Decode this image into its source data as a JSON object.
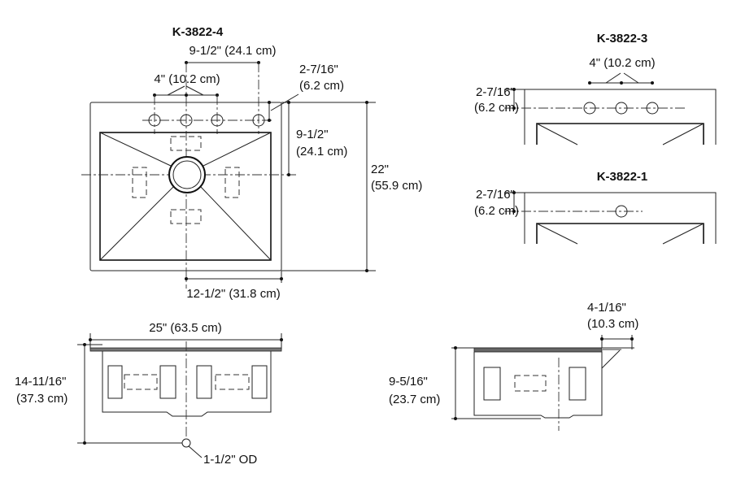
{
  "top_view": {
    "model": "K-3822-4",
    "faucet_spread_total": "9-1/2\" (24.1 cm)",
    "faucet_spacing": "4\" (10.2 cm)",
    "hole_setback_in": "2-7/16\"",
    "hole_setback_cm": "(6.2 cm)",
    "drain_offset_in": "9-1/2\"",
    "drain_offset_cm": "(24.1 cm)",
    "depth_in": "22\"",
    "depth_cm": "(55.9 cm)",
    "drain_side_offset": "12-1/2\" (31.8 cm)"
  },
  "variant_3": {
    "model": "K-3822-3",
    "spacing": "4\" (10.2 cm)",
    "setback_in": "2-7/16\"",
    "setback_cm": "(6.2 cm)"
  },
  "variant_1": {
    "model": "K-3822-1",
    "setback_in": "2-7/16\"",
    "setback_cm": "(6.2 cm)"
  },
  "front_view": {
    "width": "25\" (63.5 cm)",
    "height_in": "14-11/16\"",
    "height_cm": "(37.3 cm)",
    "drain": "1-1/2\" OD"
  },
  "side_view": {
    "height_in": "9-5/16\"",
    "height_cm": "(23.7 cm)",
    "overhang_in": "4-1/16\"",
    "overhang_cm": "(10.3 cm)"
  }
}
